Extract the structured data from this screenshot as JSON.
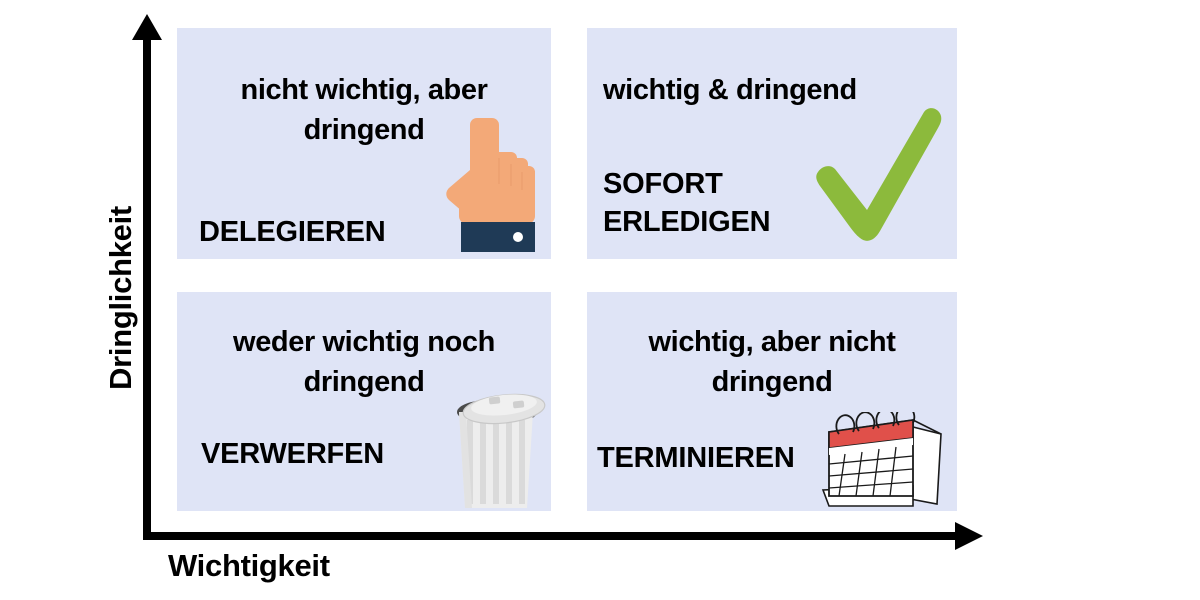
{
  "diagram": {
    "type": "eisenhower-matrix",
    "language": "de",
    "background_color": "#FFFFFF",
    "quadrant_fill": "#DFE4F6",
    "axis_color": "#000000"
  },
  "axes": {
    "y": {
      "label": "Dringlichkeit",
      "orientation": "vertical",
      "arrow": "up"
    },
    "x": {
      "label": "Wichtigkeit",
      "orientation": "horizontal",
      "arrow": "right"
    }
  },
  "quadrants": [
    {
      "id": "delegieren",
      "position": "top-left",
      "title": "nicht wichtig, aber dringend",
      "action": "DELEGIEREN",
      "icon": "pointing-hand-icon",
      "icon_colors": {
        "skin": "#F3A978",
        "cuff": "#1F3A56",
        "button": "#FFFFFF"
      }
    },
    {
      "id": "sofort-erledigen",
      "position": "top-right",
      "title": "wichtig & dringend",
      "action": "SOFORT ERLEDIGEN",
      "action_line_1": "SOFORT",
      "action_line_2": "ERLEDIGEN",
      "icon": "checkmark-icon",
      "icon_colors": {
        "check": "#8CBA3C"
      }
    },
    {
      "id": "verwerfen",
      "position": "bottom-left",
      "title": "weder wichtig noch dringend",
      "action": "VERWERFEN",
      "icon": "trash-can-icon",
      "icon_colors": {
        "body": "#E8E8E8",
        "lid": "#DCDCDC",
        "rib": "#D2D2D2",
        "shadow": "#4A4A4A"
      }
    },
    {
      "id": "terminieren",
      "position": "bottom-right",
      "title": "wichtig, aber nicht dringend",
      "action": "TERMINIEREN",
      "icon": "desk-calendar-icon",
      "icon_colors": {
        "header": "#E0504A",
        "page": "#FFFFFF",
        "line": "#1A1A1A"
      }
    }
  ]
}
